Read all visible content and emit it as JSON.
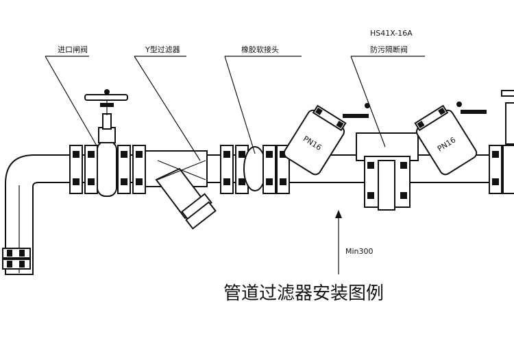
{
  "labels": {
    "inlet_gate_valve": "进口闸阀",
    "y_strainer": "Y型过滤器",
    "rubber_joint": "橡胶软接头",
    "backflow_model": "HS41X-16A",
    "backflow_name": "防污隔断阀",
    "pn_left": "PN16",
    "pn_right": "PN16",
    "dimension": "Min300"
  },
  "title": "管道过滤器安装图例"
}
